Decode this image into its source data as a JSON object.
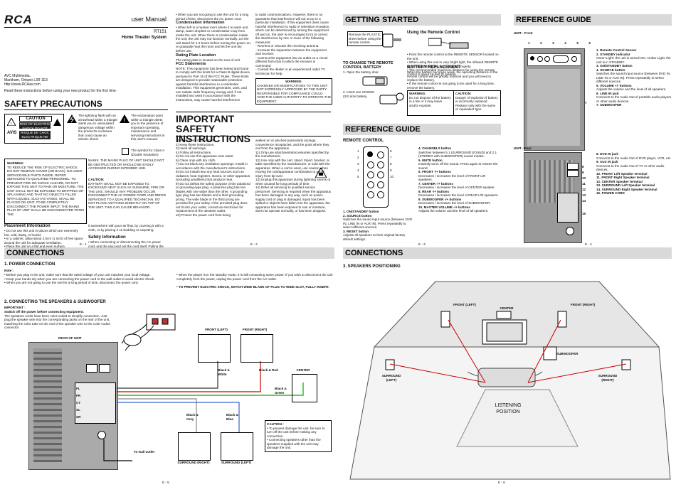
{
  "p1": {
    "logo": "RCA",
    "title": "user Manual",
    "model": "RT151",
    "subtitle": "Home Theater System",
    "address": [
      "AVC Multimedia,",
      "Markham, Ontario L3R 1E3",
      "http://www.RCAav.com"
    ],
    "read_first": "Read these instructions before using your new product for the first time.",
    "heading": "SAFETY PRECAUTIONS",
    "caution_label": "CAUTION",
    "caution_sub": "RISK OF ELECTRIC SHOCK DO NOT OPEN",
    "avis_label": "AVIS",
    "avis_sub": "RISQUE DE CHOC ELECTRIQUE NE PAS OUVRIR",
    "lightning_text": "The lightning flash with an arrowhead within a triangle alerts you to uninsulated dangerous voltage within the product's enclosure that could cause an electric shock.",
    "exclaim_text": "The exclamation point within a triangle alerts you to the presence of important operating, maintenance and servicing instructions in this user's manual.",
    "class2": "The symbol for Class II (Double Insulation)",
    "warning_label": "WARNING:",
    "warning_text": "TO REDUCE THE RISK OF ELECTRIC SHOCK, DO NOT REMOVE COVER (OR BACK). NO USER-SERVICEABLE PARTS INSIDE. REFER SERVICING TO QUALIFIED PERSONNEL. TO PREVENT FIRE OR SHOCK HAZARD, DO NOT EXPOSE THIS UNIT TO RAIN OR MOISTURE. THE UNIT SHALL NOT BE EXPOSED TO DRIPPING OR SPLASHING AND THAT NO OBJECTS FILLED WITH LIQUIDS, SUCH AS VASES, SHALL BE PLACED ON UNIT. TO BE COMPLETELY DISCONNECT THE POWER INPUT, THE MAINS PLUG OF UNIT SHALL BE DISCONNECTED FROM THE",
    "mains_text": "MAINS. THE MAINS PLUG OF UNIT SHOULD NOT BE OBSTRUCTED OR SHOULD BE EASILY ACCESSED DURING INTENDED USE.",
    "caution2_label": "CAUTION:",
    "caution2_text": "BATTERY SHALL NOT BE EXPOSED TO EXCESSIVE HEAT SUCH AS SUNSHINE, FIRE OR THE LIKE. SHOULD ANY PROBLEM OCCUR, DISCONNECT THE AC POWER CORD AND REFER SERVICING TO A QUALIFIED TECHNICIAN. DO NOT PLACE ANYTHING DIRECTLY ON TOP OF THE UNIT. THIS CAN CAUSE BEHAVIOR.",
    "placement_heading": "Placement Information",
    "placement": [
      "• Do not use this unit in places which are extremely hot, cold, dusty, or humid.",
      "• In a cabinet, allow about 2.5cm (1 inch) of free space around the unit for adequate ventilation.",
      "• Place the unit on a flat and even surface.",
      "• Do not restrict the air flow of this unit by placing"
    ],
    "placement_cont": "it somewhere with poor air flow, by covering it with a cloth, or by placing it on bedding or carpeting.",
    "safety_info_heading": "Safety Information",
    "safety_info": "• When connecting or disconnecting the AC power cord, grip the plug and not the cord itself. Pulling the cord may damage it and create a hazard.",
    "page": "E - 1"
  },
  "p2": {
    "col1_top": "• When you are not going to use the unit for a long period of time, disconnect the AC power cord.",
    "condensation_heading": "Condensation Information",
    "condensation_text": "• When left in a heated room where it is warm and damp, water droplets or condensation may form inside the unit. When there is condensation inside the unit, the unit may not function normally. Let the unit stand for 1-2 hours before turning the power on, or gradually heat the room and let the unit dry before use.",
    "rating_heading": "Rating Plate Location",
    "rating_text": "The rating plate is located on the rear of unit.",
    "fcc_heading": "FCC Statements",
    "fcc_text": "NOTE: This equipment has been tested and found to comply with the limits for a Class B digital device, pursuant to Part 15 of the FCC Rules. These limits are designed to provide reasonable protection against harmful interference in a residential installation. This equipment generates, uses, and can radiate radio frequency energy and, if not installed and used in accordance with the instructions, may cause harmful interference",
    "col2_text": "to radio communications. However, there is no guarantee that interference will not occur in a particular installation. If this equipment does cause harmful interference to radio or television reception, which can be determined by turning the equipment off and on, the user is encouraged to try to correct the interference by one or more of the following measures:",
    "col2_list": [
      "- Reorient or relocate the receiving antenna.",
      "- Increase the separation between the equipment and receiver.",
      "- Connect the equipment into an outlet on a circuit different from that to which the receiver is connected.",
      "- Consult the dealer or an experienced radio/ TV technician for help."
    ],
    "warning_label": "WARNING:",
    "warning_text": "CHANGES OR MODIFICATIONS TO THIS UNIT NOT EXPRESSLY APPROVED BY THE PARTY RESPONSIBLE FOR COMPLIANCE COULD VOID THE USER AUTHORITY TO OPERATE THE EQUIPMENT.",
    "heading": "IMPORTANT SAFETY INSTRUCTIONS",
    "list1": [
      "1)  Read these instructions.",
      "2)  Keep these instructions.",
      "3)  Heed all warnings.",
      "4)  Follow all instructions.",
      "5)  Do not use this apparatus near water.",
      "6)  Clean only with dry cloth.",
      "7)  Do not block any ventilation openings. Install in accordance with the manufacturer's instructions.",
      "8)  Do not install near any heat sources such as radiators, heat registers, stoves, or other apparatus (including amplifiers) that produce heat.",
      "9)  Do not defeat the safety purpose of the polarized or grounding-type plug. A polarized plug has two blades with one wider than the other. A grounding type plug has two blades and a third grounding prong. The wide blade or the third prong are provided for your safety. If the provided plug does not fit into your outlet, consult an electrician for replacement of the obsolete outlet.",
      "10) Protect the power cord from being"
    ],
    "list2": [
      "walked on or pinched particularly at plugs, convenience receptacles, and the point where they exit from the apparatus.",
      "11) Only use attachments/accessories specified by the manufacturer.",
      "12) Use only with the cart, stand, tripod, bracket, or table specified by the manufacturer, or sold with the apparatus. When a cart is used, use caution when moving the cart/apparatus combination to avoid injury from tip-over.",
      "13) Unplug this apparatus during lightning storms or when unused for long periods of time.",
      "14) Refer all servicing to qualified service personnel. Servicing is required when the apparatus has been damaged in any way, such as power-supply cord or plug is damaged, liquid has been spilled or objects have fallen into the apparatus, the apparatus has been exposed to rain or moisture, does not operate normally, or has been dropped."
    ],
    "page": "E - 2"
  },
  "p3": {
    "heading": "GETTING STARTED",
    "remove_text": "Remove the PLASTIC sheet before using the remote control.",
    "change_heading": "TO CHANGE THE REMOTE CONTROL BATTERY",
    "step1": "1.  Open the battery door.",
    "step2": "2.  Insert one CR2025 (3V) size battery.",
    "using_heading": "Using the Remote Control",
    "using_list": [
      "• Point the remote control at the REMOTE SENSOR located on the unit.",
      "• When using this unit in very bright light, the infrared REMOTE CONTROL SENSOR may not work properly.",
      "• The recommended maximum distance for using the remote control is about 16 feet (5 meters)."
    ],
    "battery_heading": "BATTERY REPLACEMENT",
    "battery_text": "When the battery becomes weak, the operating distance of the remote control will be greatly reduced and you will need to replace the battery.",
    "battery_note": "• If the remote control is not going to be used for a long time, remove the battery.",
    "warn_label": "WARNING:",
    "warn_text": "Do not dispose of the battery in a fire or it may leave and/or explode.",
    "caut_label": "CAUTION:",
    "caut_text": "Danger of explosion if battery is incorrectly replaced. Replace only with the same or equivalent type.",
    "ref_heading": "REFERENCE GUIDE",
    "remote_label": "REMOTE CONTROL",
    "remote_nums_left": [
      "1",
      "2",
      "3",
      "4",
      "5"
    ],
    "remote_nums_right": [
      "6",
      "7",
      "8",
      "9",
      "10"
    ],
    "items_left": [
      {
        "t": "1.  ON/STANDBY button",
        "d": ""
      },
      {
        "t": "2.  SOURCE button",
        "d": "Switches the sound input source (between DVD IN, LINE IN or AUX IN). Press repeatedly to select different sources."
      },
      {
        "t": "3.  RESET button",
        "d": "Adjusts all speakers to their original factory default settings."
      }
    ],
    "items_right": [
      {
        "t": "4.  CHANNELS button",
        "d": "Switches between 5.1 (SURROUND SOUND) and 2.1 (STEREO with SUBWOOFER) sound modes."
      },
      {
        "t": "5.  MUTE button",
        "d": "Instantly turns off the sound. Press again to restore the sound."
      },
      {
        "t": "6.  FRONT -/+ buttons",
        "d": "Decreases / increases the level of FRONT L/R speakers."
      },
      {
        "t": "7.  CENTER -/+ buttons",
        "d": "Decreases / increases the level of CENTER speaker."
      },
      {
        "t": "8.  REAR -/+ buttons",
        "d": "Decreases / increases the level of REAR L/R speakers."
      },
      {
        "t": "9.  SUBWOOFER -/+ buttons",
        "d": "Decreases / increases the level of SUBWOOFER."
      },
      {
        "t": "10. MASTER VOLUME -/+ buttons",
        "d": "Adjusts the volume and the level of all speakers."
      }
    ],
    "page": "E - 3"
  },
  "p4": {
    "heading": "REFERENCE GUIDE",
    "front_label": "UNIT - Front",
    "front_nums": [
      "1",
      "2",
      "3",
      "4",
      "5",
      "6",
      "7"
    ],
    "front_items": [
      {
        "t": "1.  Remote Control Sensor",
        "d": ""
      },
      {
        "t": "2.  STANDBY indicator",
        "d": "Green Light: the unit is turned ON. Amber Light: the unit is in STANDBY."
      },
      {
        "t": "3.  ON/STANDBY button",
        "d": ""
      },
      {
        "t": "4.  SOURCE button",
        "d": "Switches the sound input source (between DVD IN, LINE IN or AUX IN). Press repeatedly to select different sources."
      },
      {
        "t": "5.  VOLUME +/- buttons",
        "d": "Adjusts the volume and the level of all speakers."
      },
      {
        "t": "6.  LINE IN jack",
        "d": "Connects to the Audio Out of portable audio players or other audio devices."
      },
      {
        "t": "7.  SUBWOOFER",
        "d": ""
      }
    ],
    "rear_label": "UNIT - Rear",
    "rear_nums": [
      "8",
      "9",
      "10",
      "11",
      "12",
      "13",
      "14",
      "15"
    ],
    "rear_items": [
      {
        "t": "8.  DVD IN jack",
        "d": "Connects to the Audio Out of DVD player, VCR, etc."
      },
      {
        "t": "9.  AUX IN jack",
        "d": "Connects to the Audio Out of TV or other audio devices."
      },
      {
        "t": "10. FRONT Left Speaker terminal",
        "d": ""
      },
      {
        "t": "11. FRONT Right Speaker terminal",
        "d": ""
      },
      {
        "t": "12. CENTER Speaker terminal",
        "d": ""
      },
      {
        "t": "13. SURROUND Left Speaker terminal",
        "d": ""
      },
      {
        "t": "14. SURROUND Right Speaker terminal",
        "d": ""
      },
      {
        "t": "15. POWER CORD",
        "d": ""
      }
    ],
    "page": "E - 4"
  },
  "p5": {
    "heading": "CONNECTIONS",
    "power_heading": "1. POWER CONNECTION",
    "note_label": "Note :",
    "notes": [
      "• Before you plug in the unit, make sure that the rated voltage of your unit matches your local voltage.",
      "• Keep your hands dry when you are connecting the power cord to the wall outlet to avoid electric shock.",
      "• When you are not going to use the unit for a long period of time, disconnect the power cord."
    ],
    "standby_note": "• When the player is in the standby mode, it is still consuming some power. If you wish to disconnect the unit completely from the power, unplug the power cord from the AC outlet.",
    "prevent_note": "• TO PREVENT ELECTRIC SHOCK, MATCH WIDE BLADE OF PLUG TO WIDE SLOT, FULLY INSERT.",
    "speakers_heading": "2. CONNECTING THE SPEAKERS & SUBWOOFER",
    "important_label": "IMPORTANT :",
    "important_bold": "Switch off the power before connecting equipment.",
    "important_text": "The speakers cords have been color-coded to simplify connection. Just plug the speaker wire into the corresponding jacks on the rear of the unit, matching the color tube on the end of the speaker wire to the color-coded connector.",
    "rear_label": "REAR OF UNIT",
    "front_left": "FRONT (LEFT)",
    "front_right": "FRONT (RIGHT)",
    "center": "CENTER",
    "bw": "Black & White",
    "br": "Black & Red",
    "bgr": "Black & Green",
    "bgy": "Black & Grey",
    "bbl": "Black & Blue",
    "sur_r": "SURROUND (RIGHT)",
    "sur_l": "SURROUND (LEFT)",
    "wall": "To wall outlet",
    "caution_label": "CAUTION :",
    "caution_list": [
      "• To prevent damage the unit, be sure to turn off the unit before making any connection.",
      "• Connecting speakers other than the speakers supplied with the unit may damage the unit."
    ],
    "terminal_labels": [
      "FL",
      "FR",
      "CT",
      "SL",
      "SR"
    ],
    "page": "E - 5"
  },
  "p6": {
    "heading": "CONNECTIONS",
    "sub": "3. SPEAKERS POSITIONING",
    "front_left": "FRONT (LEFT)",
    "center": "CENTER",
    "front_right": "FRONT (RIGHT)",
    "subwoofer": "SUBWOOFER",
    "sur_left": "SURROUND (LEFT)",
    "sur_right": "SURROUND (RIGHT)",
    "listening": "LISTENING POSITION",
    "page": "E - 6"
  }
}
